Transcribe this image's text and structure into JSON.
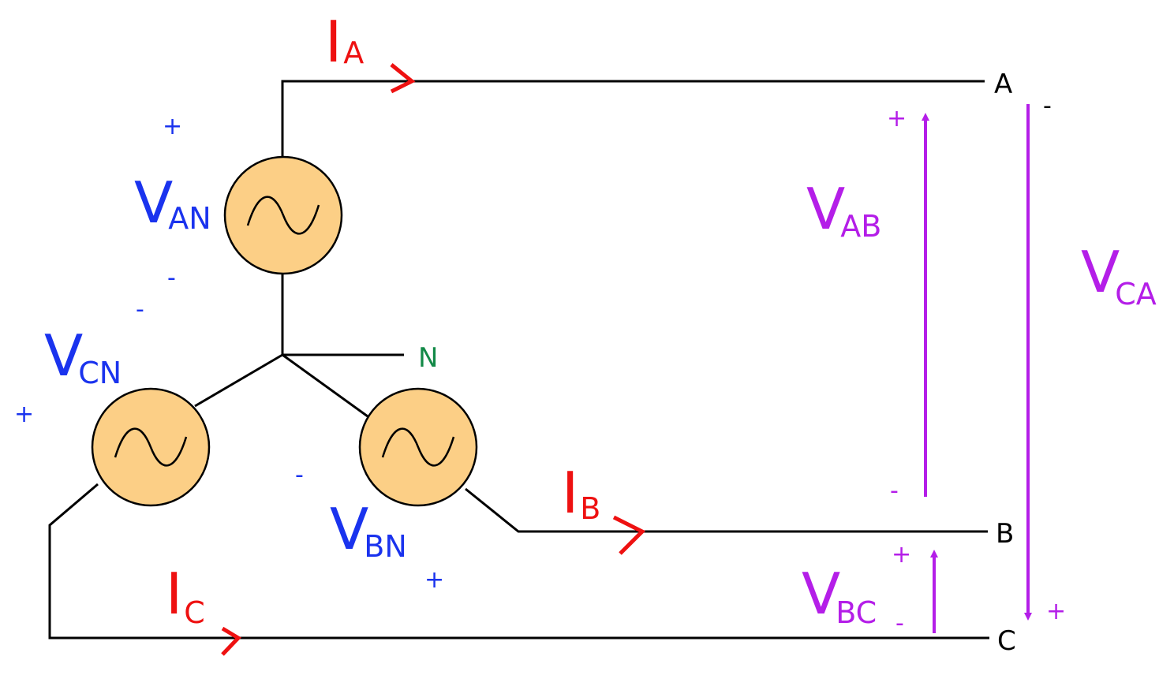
{
  "colors": {
    "wire": "#000000",
    "source_fill": "#fccf86",
    "current": "#ee1111",
    "phase_voltage": "#1a33ee",
    "line_voltage": "#b41ee8",
    "neutral": "#138a48"
  },
  "terminals": {
    "a": "A",
    "b": "B",
    "c": "C",
    "n": "N"
  },
  "currents": {
    "ia": {
      "main": "I",
      "sub": "A"
    },
    "ib": {
      "main": "I",
      "sub": "B"
    },
    "ic": {
      "main": "I",
      "sub": "C"
    }
  },
  "phase_voltages": {
    "van": {
      "main": "V",
      "sub": "AN",
      "plus": "+",
      "minus": "-"
    },
    "vbn": {
      "main": "V",
      "sub": "BN",
      "plus": "+",
      "minus": "-"
    },
    "vcn": {
      "main": "V",
      "sub": "CN",
      "plus": "+",
      "minus": "-"
    }
  },
  "line_voltages": {
    "vab": {
      "main": "V",
      "sub": "AB",
      "plus": "+",
      "minus": "-"
    },
    "vbc": {
      "main": "V",
      "sub": "BC",
      "plus": "+",
      "minus": "-"
    },
    "vca": {
      "main": "V",
      "sub": "CA",
      "plus": "+",
      "minus": "-"
    }
  },
  "icons": {
    "source": "ac-source-sine-icon",
    "current_arrow": "chevron-right-icon"
  }
}
